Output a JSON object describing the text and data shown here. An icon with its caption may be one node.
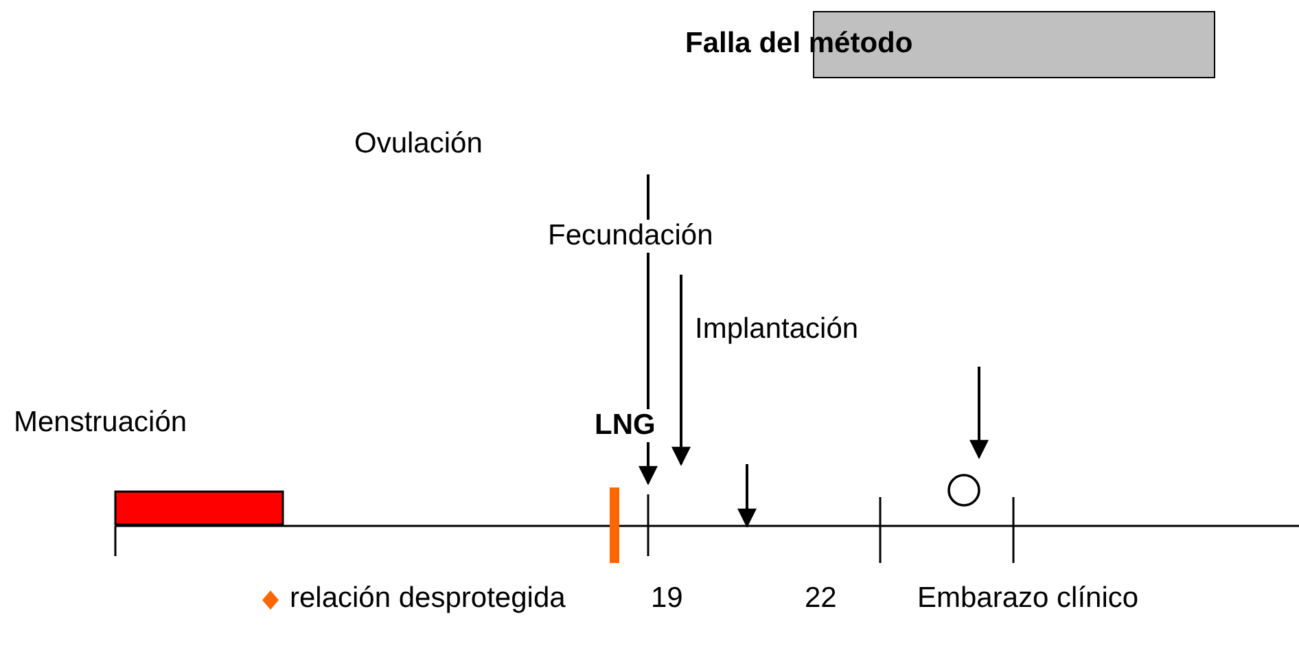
{
  "diagram": {
    "nodes": [
      {
        "text": [
          "Falla del método"
        ]
      },
      {
        "text": [],
        "shape": "circle"
      },
      {
        "text": [],
        "shape": "bar"
      }
    ],
    "edges": [
      {
        "from": null,
        "to": 1,
        "arrow": "to"
      }
    ],
    "labels": [
      "Ovulación",
      "Fecundación",
      "Implantación",
      "Menstruación",
      "LNG",
      "19",
      "22",
      "Embarazo clínico"
    ],
    "legend": [
      {
        "text": "relación desprotegida",
        "color": "#ff6600"
      }
    ]
  }
}
